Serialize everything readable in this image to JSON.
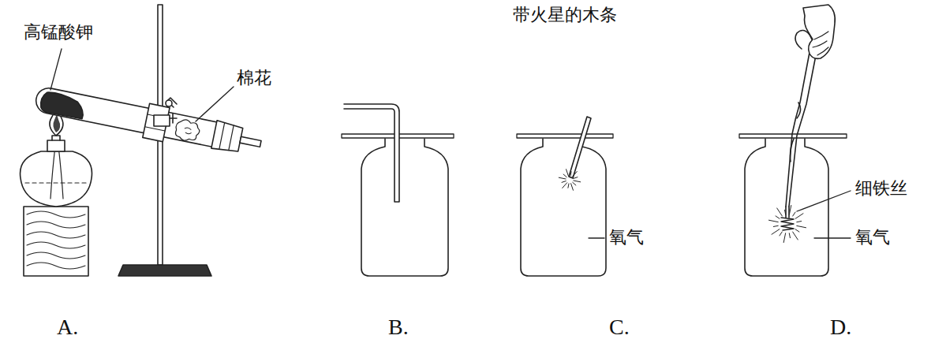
{
  "diagram": {
    "labels": [
      "高锰酸钾",
      "棉花",
      "带火星的木条",
      "氧气",
      "细铁丝",
      "氧气",
      "A.",
      "B.",
      "C.",
      "D."
    ]
  }
}
